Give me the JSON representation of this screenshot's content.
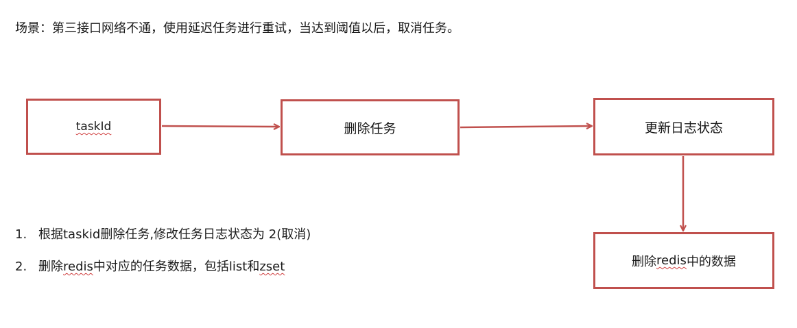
{
  "scene": "场景：第三接口网络不通，使用延迟任务进行重试，当达到阈值以后，取消任务。",
  "boxes": {
    "taskid": "taskId",
    "delete_task": "删除任务",
    "update_log": "更新日志状态",
    "redis_delete_prefix": "删除",
    "redis_delete_word": "redis",
    "redis_delete_suffix": "中的数据"
  },
  "steps": [
    {
      "num": "1.",
      "text": "根据taskid删除任务,修改任务日志状态为 2(取消)"
    },
    {
      "num": "2.",
      "prefix": "删除",
      "word": "redis",
      "middle": "中对应的任务数据，包括list和",
      "word2": "zset"
    }
  ],
  "colors": {
    "box_border": "#c0504d",
    "arrow": "#c0504d"
  }
}
